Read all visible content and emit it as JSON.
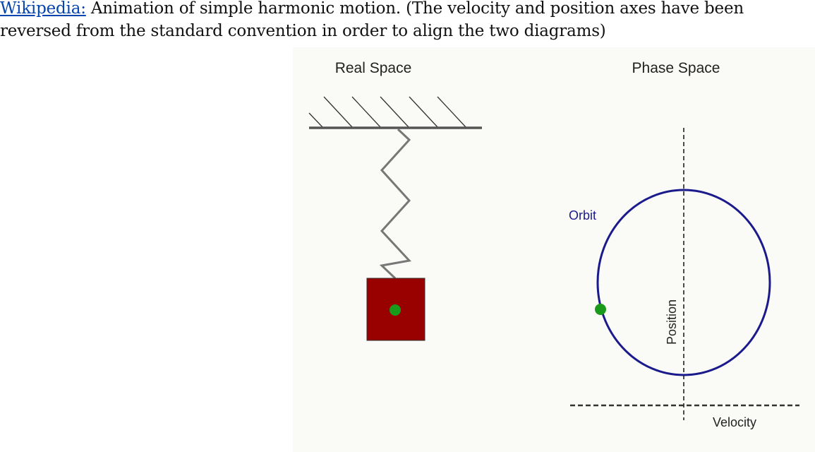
{
  "caption": {
    "link_text": "Wikipedia:",
    "text": " Animation of simple harmonic motion. (The velocity and position axes have been reversed from the standard convention in order to align the two diagrams)"
  },
  "figure": {
    "real_space_title": "Real Space",
    "phase_space_title": "Phase Space",
    "orbit_label": "Orbit",
    "position_axis_label": "Position",
    "velocity_axis_label": "Velocity",
    "colors": {
      "mass": "#990000",
      "dot": "#1a9a1a",
      "orbit": "#1a1a8c",
      "background": "#fafaf6"
    }
  }
}
